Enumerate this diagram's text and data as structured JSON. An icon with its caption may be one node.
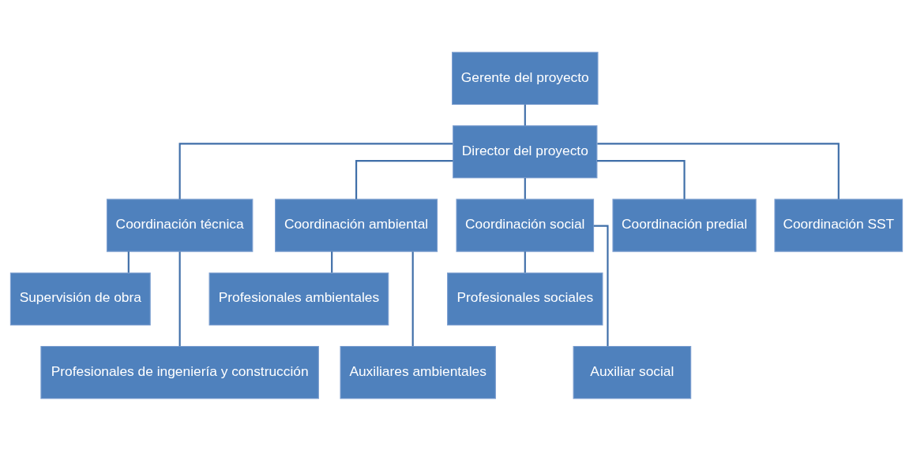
{
  "diagram": {
    "nodes": [
      {
        "text": [
          "Gerente del proyecto"
        ]
      },
      {
        "text": [
          "Director del proyecto"
        ]
      },
      {
        "text": [
          "Coordinación técnica"
        ]
      },
      {
        "text": [
          "Coordinación ambiental"
        ]
      },
      {
        "text": [
          "Coordinación social"
        ]
      },
      {
        "text": [
          "Coordinación predial"
        ]
      },
      {
        "text": [
          "Coordinación SST"
        ]
      },
      {
        "text": [
          "Supervisión de obra"
        ]
      },
      {
        "text": [
          "Profesionales de ingeniería y construcción"
        ]
      },
      {
        "text": [
          "Profesionales ambientales"
        ]
      },
      {
        "text": [
          "Auxiliares ambientales"
        ]
      },
      {
        "text": [
          "Profesionales sociales"
        ]
      },
      {
        "text": [
          "Auxiliar social"
        ]
      }
    ],
    "edges": [
      {
        "from": 0,
        "to": 1,
        "arrow": "none"
      },
      {
        "from": 1,
        "to": 2,
        "arrow": "none"
      },
      {
        "from": 1,
        "to": 3,
        "arrow": "none"
      },
      {
        "from": 1,
        "to": 4,
        "arrow": "none"
      },
      {
        "from": 1,
        "to": 5,
        "arrow": "none"
      },
      {
        "from": 1,
        "to": 6,
        "arrow": "none"
      },
      {
        "from": 2,
        "to": 7,
        "arrow": "none"
      },
      {
        "from": 2,
        "to": 8,
        "arrow": "none"
      },
      {
        "from": 3,
        "to": 9,
        "arrow": "none"
      },
      {
        "from": 3,
        "to": 10,
        "arrow": "none"
      },
      {
        "from": 4,
        "to": 11,
        "arrow": "none"
      },
      {
        "from": 4,
        "to": 12,
        "arrow": "none"
      }
    ]
  }
}
